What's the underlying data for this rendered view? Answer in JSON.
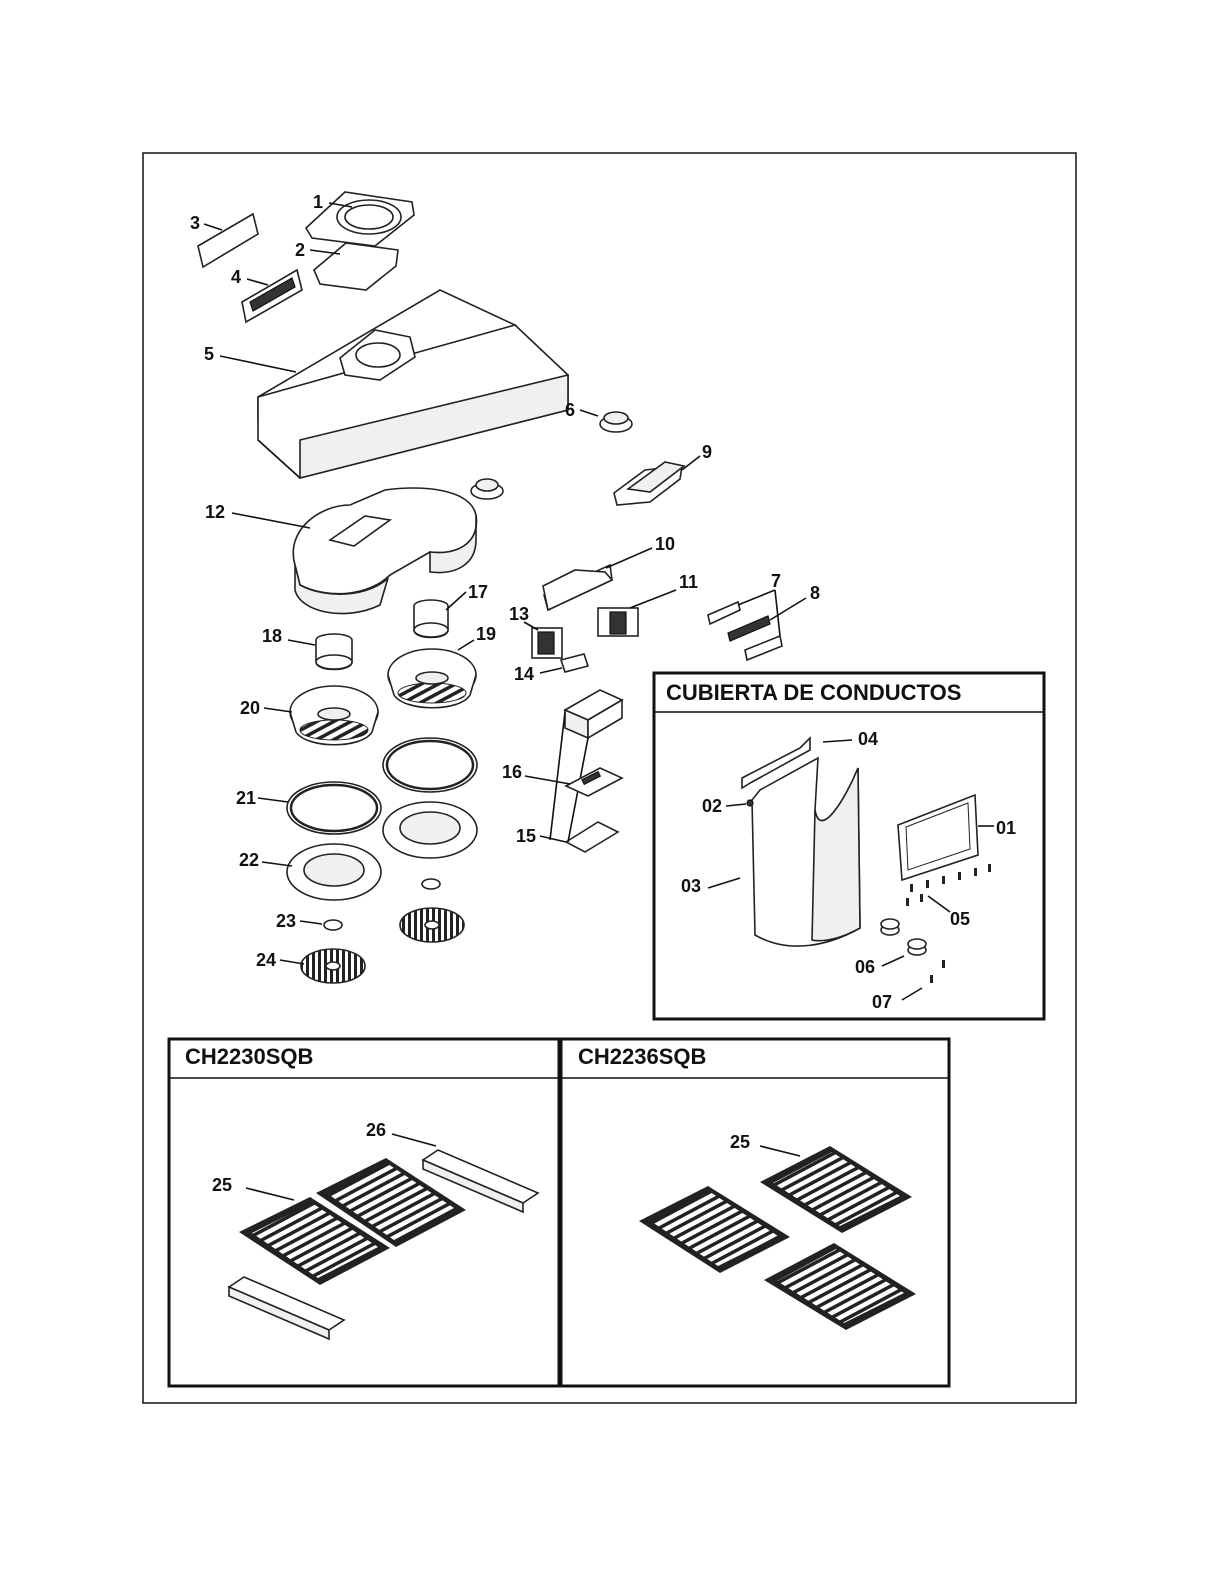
{
  "diagram": {
    "labels": {
      "p1": "1",
      "p2": "2",
      "p3": "3",
      "p4": "4",
      "p5": "5",
      "p6": "6",
      "p7": "7",
      "p8": "8",
      "p9": "9",
      "p10": "10",
      "p11": "11",
      "p12": "12",
      "p13": "13",
      "p14": "14",
      "p15": "15",
      "p16": "16",
      "p17": "17",
      "p18": "18",
      "p19": "19",
      "p20": "20",
      "p21": "21",
      "p22": "22",
      "p23": "23",
      "p24": "24"
    }
  },
  "duct_cover": {
    "title": "CUBIERTA DE CONDUCTOS",
    "labels": {
      "d01": "01",
      "d02": "02",
      "d03": "03",
      "d04": "04",
      "d05": "05",
      "d06": "06",
      "d07": "07"
    }
  },
  "model_a": {
    "title": "CH2230SQB",
    "label_25": "25",
    "label_26": "26"
  },
  "model_b": {
    "title": "CH2236SQB",
    "label_25": "25"
  }
}
